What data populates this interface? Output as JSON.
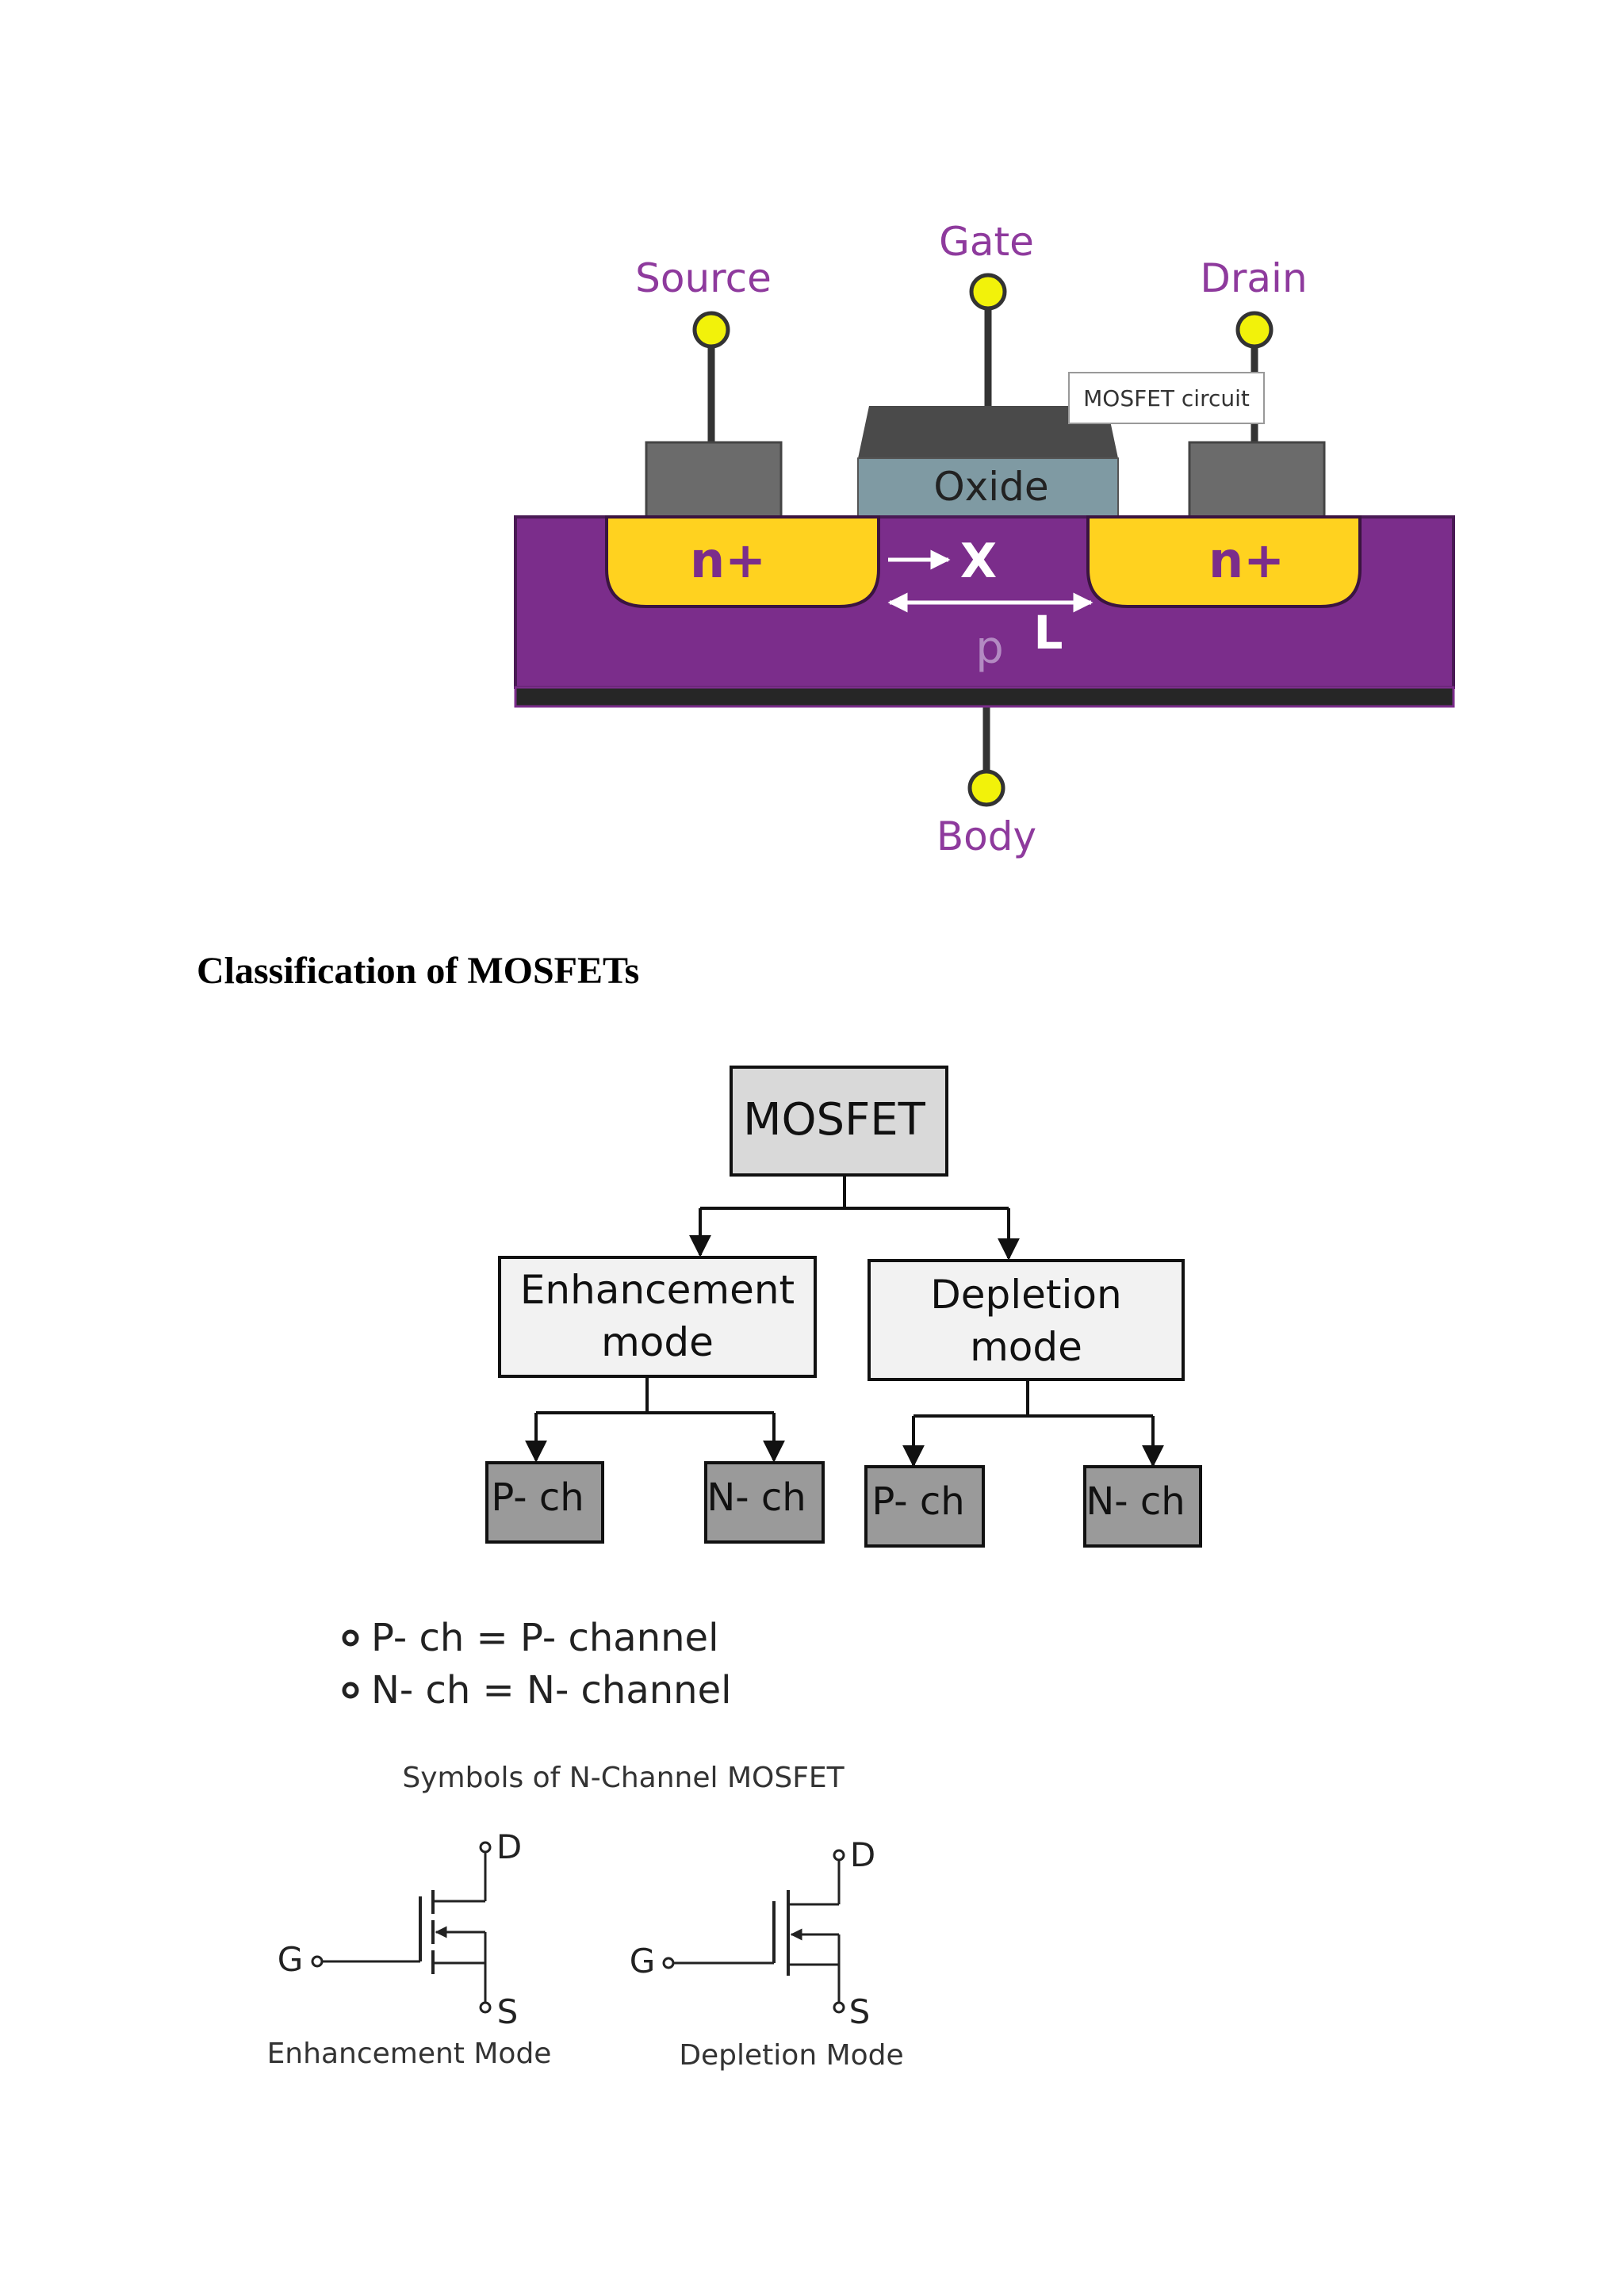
{
  "cross_section": {
    "terminals": {
      "source": "Source",
      "gate": "Gate",
      "drain": "Drain",
      "body": "Body"
    },
    "oxide": "Oxide",
    "n_plus_left": "n+",
    "n_plus_right": "n+",
    "x_marker": "X",
    "p_region": "p",
    "length_marker": "L",
    "tooltip": "MOSFET circuit",
    "colors": {
      "substrate": "#7b2d8b",
      "n_plus": "#ffd21f",
      "metal": "#6b6b6b",
      "oxide": "#7f9aa3",
      "label": "#8e3a9d",
      "terminal": "#f2f20a"
    }
  },
  "heading": "Classification of MOSFETs",
  "tree": {
    "root": "MOSFET",
    "enhancement": {
      "line1": "Enhancement",
      "line2": "mode"
    },
    "depletion": {
      "line1": "Depletion",
      "line2": "mode"
    },
    "leaf_pch_1": "P- ch",
    "leaf_nch_1": "N- ch",
    "leaf_pch_2": "P- ch",
    "leaf_nch_2": "N- ch"
  },
  "legend": [
    "P- ch = P- channel",
    "N- ch = N- channel"
  ],
  "symbols": {
    "title": "Symbols of N-Channel MOSFET",
    "enh": {
      "g": "G",
      "d": "D",
      "s": "S",
      "caption": "Enhancement Mode"
    },
    "dep": {
      "g": "G",
      "d": "D",
      "s": "S",
      "caption": "Depletion Mode"
    }
  }
}
